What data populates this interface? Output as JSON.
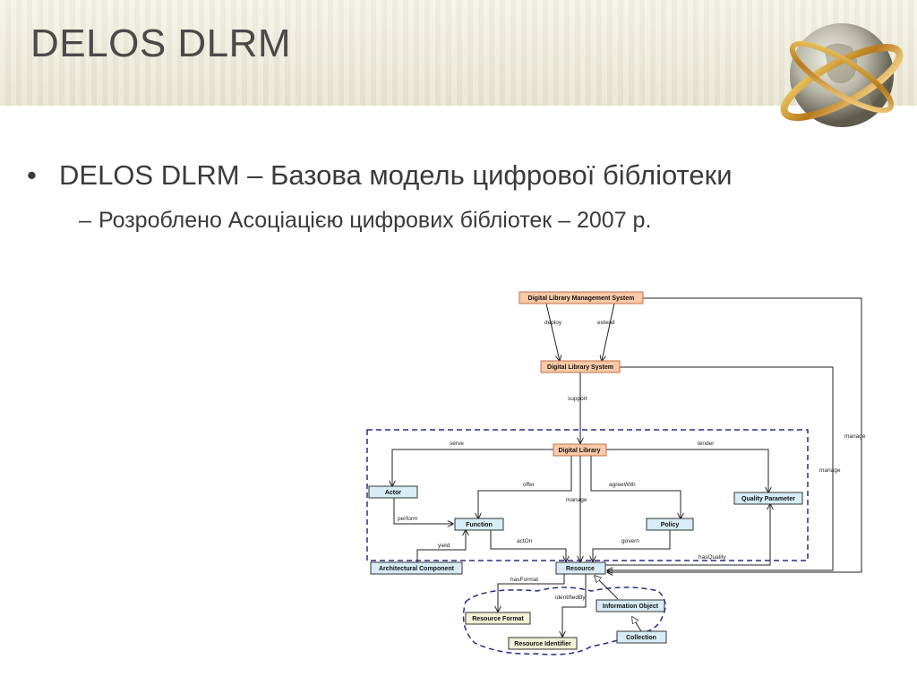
{
  "slide": {
    "title": "DELOS DLRM",
    "bullet": "DELOS DLRM – Базова модель цифрової бібліотеки",
    "sub_bullet": "Розроблено Асоціацією цифрових бібліотек – 2007 р."
  },
  "diagram": {
    "nodes": {
      "dlms": "Digital Library Management System",
      "dls": "Digital Library System",
      "dl": "Digital Library",
      "actor": "Actor",
      "function": "Function",
      "policy": "Policy",
      "quality": "Quality Parameter",
      "arch": "Architectural Component",
      "resource": "Resource",
      "format": "Resource Format",
      "infoobj": "Information Object",
      "identifier": "Resource Identifier",
      "collection": "Collection"
    },
    "edges": {
      "deploy": "deploy",
      "extend": "extend",
      "support": "support",
      "serve": "serve",
      "tender": "tender",
      "offer": "offer",
      "agreeWith": "agreeWith",
      "manage1": "manage",
      "manage2": "manage",
      "manage3": "manage",
      "perform": "perform",
      "yield": "yield",
      "actOn": "actOn",
      "govern": "govern",
      "hasQuality": "hasQuality",
      "hasFormat": "hasFormat",
      "identifiedBy": "identifiedBy"
    },
    "colors": {
      "core_fill": "#f9c9a8",
      "core_stroke": "#c0704a",
      "class_fill": "#d7ecf5",
      "class_stroke": "#333333",
      "leaf_fill": "#f1f1d7",
      "dash": "#2c2c8c"
    }
  },
  "icons": {
    "logo": "globe-icon"
  }
}
